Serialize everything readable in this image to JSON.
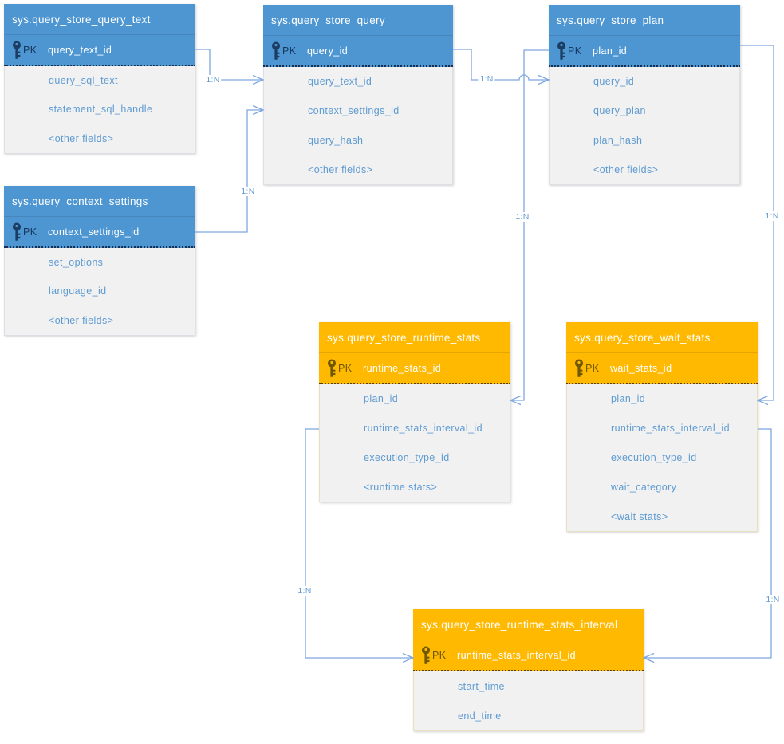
{
  "colors": {
    "blue_header": "#4E96D2",
    "orange_header": "#FFB900",
    "connector_line": "#7EA6E0",
    "field_text": "#5E9BD1",
    "body_background": "#F1F1F2"
  },
  "tables": [
    {
      "title": "sys.query_store_query_text",
      "theme": "blue",
      "pk_label": "PK",
      "pk": "query_text_id",
      "fields": [
        "query_sql_text",
        "statement_sql_handle",
        "<other fields>"
      ]
    },
    {
      "title": "sys.query_store_query",
      "theme": "blue",
      "pk_label": "PK",
      "pk": "query_id",
      "fields": [
        "query_text_id",
        "context_settings_id",
        "query_hash",
        "<other fields>"
      ]
    },
    {
      "title": "sys.query_store_plan",
      "theme": "blue",
      "pk_label": "PK",
      "pk": "plan_id",
      "fields": [
        "query_id",
        "query_plan",
        "plan_hash",
        "<other fields>"
      ]
    },
    {
      "title": "sys.query_context_settings",
      "theme": "blue",
      "pk_label": "PK",
      "pk": "context_settings_id",
      "fields": [
        "set_options",
        "language_id",
        "<other fields>"
      ]
    },
    {
      "title": "sys.query_store_runtime_stats",
      "theme": "orange",
      "pk_label": "PK",
      "pk": "runtime_stats_id",
      "fields": [
        "plan_id",
        "runtime_stats_interval_id",
        "execution_type_id",
        "<runtime stats>"
      ]
    },
    {
      "title": "sys.query_store_wait_stats",
      "theme": "orange",
      "pk_label": "PK",
      "pk": "wait_stats_id",
      "fields": [
        "plan_id",
        "runtime_stats_interval_id",
        "execution_type_id",
        "wait_category",
        "<wait stats>"
      ]
    },
    {
      "title": "sys.query_store_runtime_stats_interval",
      "theme": "orange",
      "pk_label": "PK",
      "pk": "runtime_stats_interval_id",
      "fields": [
        "start_time",
        "end_time"
      ]
    }
  ],
  "relationships": [
    {
      "label": "1:N",
      "from": "sys.query_store_query_text.query_text_id",
      "to": "sys.query_store_query.query_text_id"
    },
    {
      "label": "1:N",
      "from": "sys.query_context_settings.context_settings_id",
      "to": "sys.query_store_query.context_settings_id"
    },
    {
      "label": "1:N",
      "from": "sys.query_store_query.query_id",
      "to": "sys.query_store_plan.query_id"
    },
    {
      "label": "1:N",
      "from": "sys.query_store_plan.plan_id",
      "to": "sys.query_store_runtime_stats.plan_id"
    },
    {
      "label": "1:N",
      "from": "sys.query_store_plan.plan_id",
      "to": "sys.query_store_wait_stats.plan_id"
    },
    {
      "label": "1:N",
      "from": "sys.query_store_runtime_stats.runtime_stats_interval_id",
      "to": "sys.query_store_runtime_stats_interval.runtime_stats_interval_id"
    },
    {
      "label": "1:N",
      "from": "sys.query_store_wait_stats.runtime_stats_interval_id",
      "to": "sys.query_store_runtime_stats_interval.runtime_stats_interval_id"
    }
  ]
}
